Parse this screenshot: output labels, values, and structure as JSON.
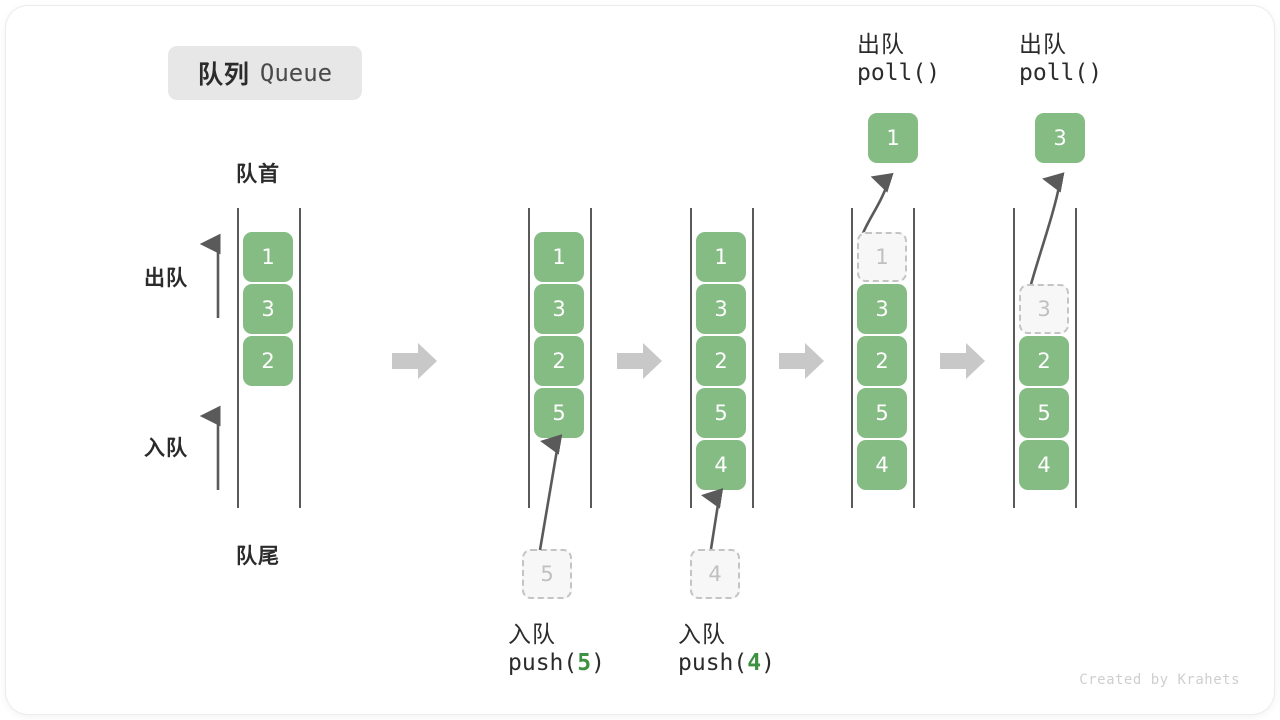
{
  "title": {
    "cn": "队列",
    "en": "Queue"
  },
  "rail_caps": {
    "head": "队首",
    "tail": "队尾"
  },
  "side_labels": {
    "dequeue": "出队",
    "enqueue": "入队"
  },
  "colors": {
    "element_fill": "#85bc84",
    "element_text": "#ffffff",
    "ghost_fill": "#f7f7f7",
    "ghost_border": "#c4c4c4",
    "ghost_text": "#c0c0c0",
    "rail": "#5a5a5a",
    "arrow_gray": "#c8c8c8",
    "motion_arrow": "#5a5a5a",
    "chip_bg": "#e7e7e7",
    "text": "#2b2b2b",
    "code_arg_green": "#3f9142",
    "credit": "#cfcfcf"
  },
  "columns": [
    {
      "id": "initial",
      "items": [
        "1",
        "3",
        "2"
      ],
      "ghost": null,
      "caption_cn": null,
      "caption_code": null,
      "popped": null
    },
    {
      "id": "after-push-5",
      "items": [
        "1",
        "3",
        "2",
        "5"
      ],
      "ghost": {
        "value": "5",
        "position": "below"
      },
      "caption_cn": "入队",
      "caption_code_prefix": "push(",
      "caption_code_arg": "5",
      "caption_code_suffix": ")",
      "popped": null
    },
    {
      "id": "after-push-4",
      "items": [
        "1",
        "3",
        "2",
        "5",
        "4"
      ],
      "ghost": {
        "value": "4",
        "position": "below"
      },
      "caption_cn": "入队",
      "caption_code_prefix": "push(",
      "caption_code_arg": "4",
      "caption_code_suffix": ")",
      "popped": null
    },
    {
      "id": "after-poll-1",
      "items": [
        "3",
        "2",
        "5",
        "4"
      ],
      "ghost": {
        "value": "1",
        "position": "top"
      },
      "caption_cn": "出队",
      "caption_code_prefix": "poll(",
      "caption_code_arg": "",
      "caption_code_suffix": ")",
      "popped": "1"
    },
    {
      "id": "after-poll-3",
      "items": [
        "2",
        "5",
        "4"
      ],
      "ghost": {
        "value": "3",
        "position": "top"
      },
      "caption_cn": "出队",
      "caption_code_prefix": "poll(",
      "caption_code_arg": "",
      "caption_code_suffix": ")",
      "popped": "3"
    }
  ],
  "credit": "Created by Krahets"
}
